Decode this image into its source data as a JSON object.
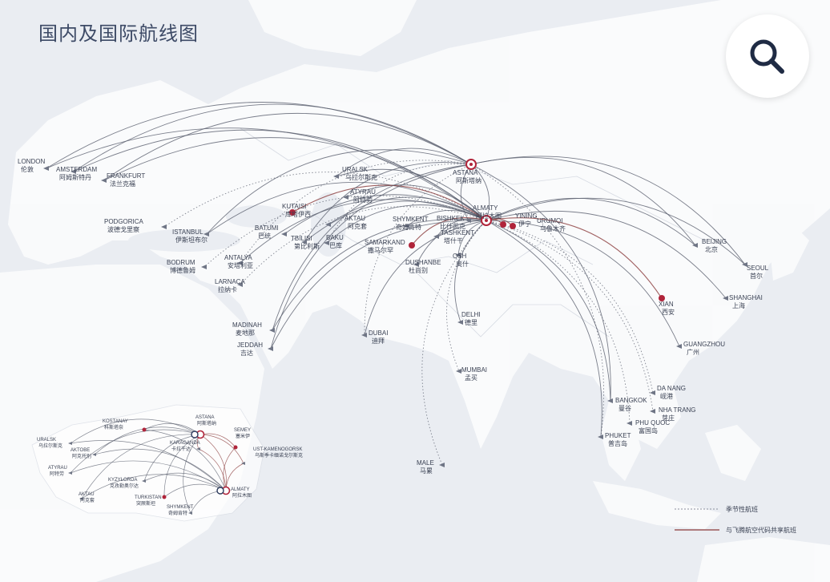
{
  "title": "国内及国际航线图",
  "search": {
    "icon": "search-icon"
  },
  "hubs": [
    {
      "id": "astana",
      "en": "ASTANA",
      "zh": "阿斯塔纳"
    },
    {
      "id": "almaty",
      "en": "ALMATY",
      "zh": "阿拉木图"
    }
  ],
  "cities": [
    {
      "id": "london",
      "en": "LONDON",
      "zh": "伦敦"
    },
    {
      "id": "amsterdam",
      "en": "AMSTERDAM",
      "zh": "阿姆斯特丹"
    },
    {
      "id": "frankfurt",
      "en": "FRANKFURT",
      "zh": "法兰克福"
    },
    {
      "id": "podgorica",
      "en": "PODGORICA",
      "zh": "波德戈里察"
    },
    {
      "id": "istanbul",
      "en": "ISTANBUL",
      "zh": "伊斯坦布尔"
    },
    {
      "id": "bodrum",
      "en": "BODRUM",
      "zh": "博德鲁姆"
    },
    {
      "id": "antalya",
      "en": "ANTALYA",
      "zh": "安塔利亚"
    },
    {
      "id": "larnaca",
      "en": "LARNACA",
      "zh": "拉纳卡"
    },
    {
      "id": "uralsk",
      "en": "URALSK",
      "zh": "乌拉尔斯克"
    },
    {
      "id": "atyrau",
      "en": "ATYRAU",
      "zh": "阿特劳"
    },
    {
      "id": "kutaisi",
      "en": "KUTAISI",
      "zh": "库塔伊西"
    },
    {
      "id": "batumi",
      "en": "BATUMI",
      "zh": "巴统"
    },
    {
      "id": "aktau",
      "en": "AKTAU",
      "zh": "阿克套"
    },
    {
      "id": "tbilisi",
      "en": "TBILISI",
      "zh": "第比利斯"
    },
    {
      "id": "baku",
      "en": "BAKU",
      "zh": "巴库"
    },
    {
      "id": "shymkent",
      "en": "SHYMKENT",
      "zh": "奇姆肯特"
    },
    {
      "id": "bishkek",
      "en": "BISHKEK",
      "zh": "比什凯克"
    },
    {
      "id": "tashkent",
      "en": "TASHKENT",
      "zh": "塔什干"
    },
    {
      "id": "samarkand",
      "en": "SAMARKAND",
      "zh": "撒马尔罕"
    },
    {
      "id": "osh",
      "en": "OSH",
      "zh": "奥什"
    },
    {
      "id": "dushanbe",
      "en": "DUSHANBE",
      "zh": "杜尚别"
    },
    {
      "id": "yining",
      "en": "YINING",
      "zh": "伊宁"
    },
    {
      "id": "urumqi",
      "en": "URUMQI",
      "zh": "乌鲁木齐"
    },
    {
      "id": "beijing",
      "en": "BEIJING",
      "zh": "北京"
    },
    {
      "id": "seoul",
      "en": "SEOUL",
      "zh": "首尔"
    },
    {
      "id": "shanghai",
      "en": "SHANGHAI",
      "zh": "上海"
    },
    {
      "id": "xian",
      "en": "XIAN",
      "zh": "西安"
    },
    {
      "id": "guangzhou",
      "en": "GUANGZHOU",
      "zh": "广州"
    },
    {
      "id": "madinah",
      "en": "MADINAH",
      "zh": "麦地那"
    },
    {
      "id": "jeddah",
      "en": "JEDDAH",
      "zh": "吉达"
    },
    {
      "id": "dubai",
      "en": "DUBAI",
      "zh": "迪拜"
    },
    {
      "id": "delhi",
      "en": "DELHI",
      "zh": "德里"
    },
    {
      "id": "mumbai",
      "en": "MUMBAI",
      "zh": "孟买"
    },
    {
      "id": "male",
      "en": "MALE",
      "zh": "马累"
    },
    {
      "id": "danang",
      "en": "DA NANG",
      "zh": "岘港"
    },
    {
      "id": "bangkok",
      "en": "BANGKOK",
      "zh": "曼谷"
    },
    {
      "id": "nhatrang",
      "en": "NHA TRANG",
      "zh": "芽庄"
    },
    {
      "id": "phuquoc",
      "en": "PHU QUOC",
      "zh": "富国岛"
    },
    {
      "id": "phuket",
      "en": "PHUKET",
      "zh": "普吉岛"
    }
  ],
  "inset": {
    "cities": [
      {
        "id": "astana",
        "en": "ASTANA",
        "zh": "阿斯塔纳"
      },
      {
        "id": "kostanay",
        "en": "KOSTANAY",
        "zh": "科斯塔奈"
      },
      {
        "id": "karaganda",
        "en": "KARAGANDA",
        "zh": "卡拉干达"
      },
      {
        "id": "semey",
        "en": "SEMEY",
        "zh": "塞米伊"
      },
      {
        "id": "ustkamenogorsk",
        "en": "UST-KAMENOGORSK",
        "zh": "乌斯季卡缅诺戈尔斯克"
      },
      {
        "id": "uralsk",
        "en": "URALSK",
        "zh": "乌拉尔斯克"
      },
      {
        "id": "aktobe",
        "en": "AKTOBE",
        "zh": "阿克托别"
      },
      {
        "id": "atyrau",
        "en": "ATYRAU",
        "zh": "阿特劳"
      },
      {
        "id": "kyzylorda",
        "en": "KYZYLORDA",
        "zh": "克孜勒奥尔达"
      },
      {
        "id": "aktau",
        "en": "AKTAU",
        "zh": "阿克套"
      },
      {
        "id": "turkistan",
        "en": "TURKISTAN",
        "zh": "突厥斯坦"
      },
      {
        "id": "shymkent",
        "en": "SHYMKENT",
        "zh": "奇姆肯特"
      },
      {
        "id": "almaty",
        "en": "ALMATY",
        "zh": "阿拉木图"
      }
    ]
  },
  "legend": {
    "seasonal": "季节性航班",
    "codeshare": "与飞腾航空代码共享航班"
  },
  "colors": {
    "land": "#ffffff",
    "sea": "#eaedf2",
    "route": "#5a5f6e",
    "codeshare": "#8a3a3a",
    "hub": "#b0243a",
    "title": "#3d4a66"
  }
}
